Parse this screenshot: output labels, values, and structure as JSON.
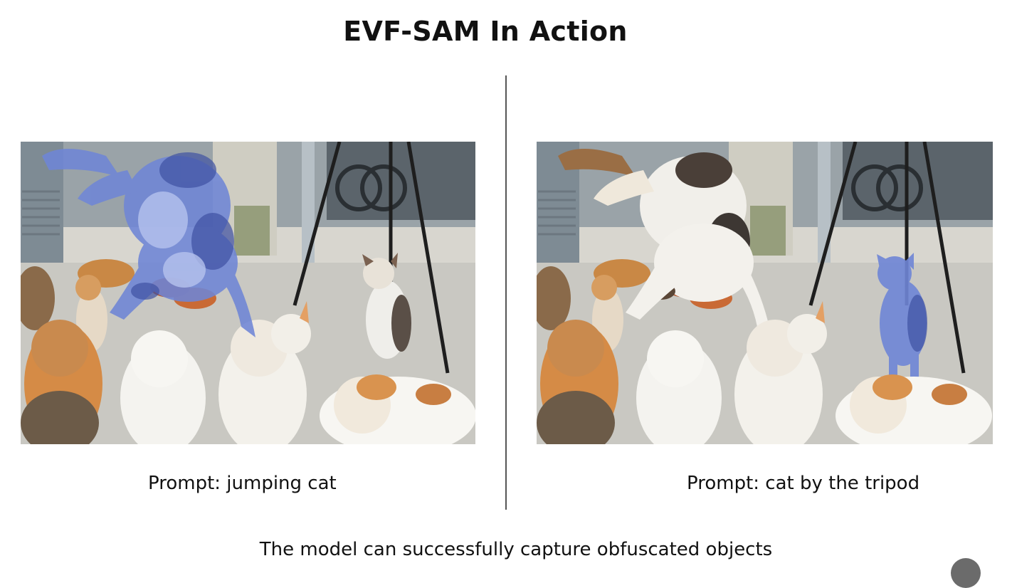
{
  "slide": {
    "title": "EVF-SAM In Action",
    "footer": "The model can successfully capture obfuscated objects"
  },
  "panels": [
    {
      "caption": "Prompt: jumping cat",
      "highlighted_object": "jumping cat",
      "mask_color": "#6f86d6"
    },
    {
      "caption": "Prompt: cat by the tripod",
      "highlighted_object": "cat by the tripod",
      "mask_color": "#6f86d6"
    }
  ],
  "colors": {
    "background": "#ffffff",
    "divider": "#555555",
    "mask": "#6f86d6",
    "badge": "#6b6b6b"
  }
}
